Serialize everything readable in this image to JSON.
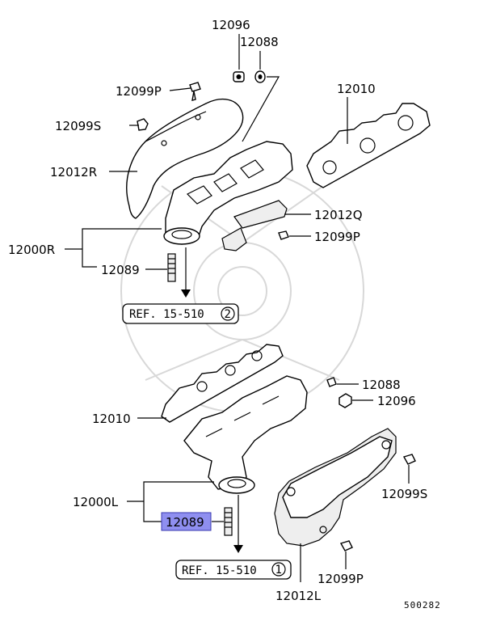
{
  "labels": {
    "p12096_top": "12096",
    "p12088_top": "12088",
    "p12099P_top": "12099P",
    "p12010_top": "12010",
    "p12099S_top": "12099S",
    "p12012R": "12012R",
    "p12012Q": "12012Q",
    "p12099P_mid": "12099P",
    "p12000R": "12000R",
    "p12089_top": "12089",
    "p12010_bottom": "12010",
    "p12088_bottom": "12088",
    "p12096_bottom": "12096",
    "p12099S_bottom": "12099S",
    "p12000L": "12000L",
    "p12089_bottom": "12089",
    "p12099P_bottom": "12099P",
    "p12012L": "12012L"
  },
  "refs": {
    "top": {
      "text": "REF. 15-510",
      "circle": "2"
    },
    "bottom": {
      "text": "REF. 15-510",
      "circle": "1"
    }
  },
  "highlight_color": "#8f8ff0",
  "diagram_id": "500282"
}
